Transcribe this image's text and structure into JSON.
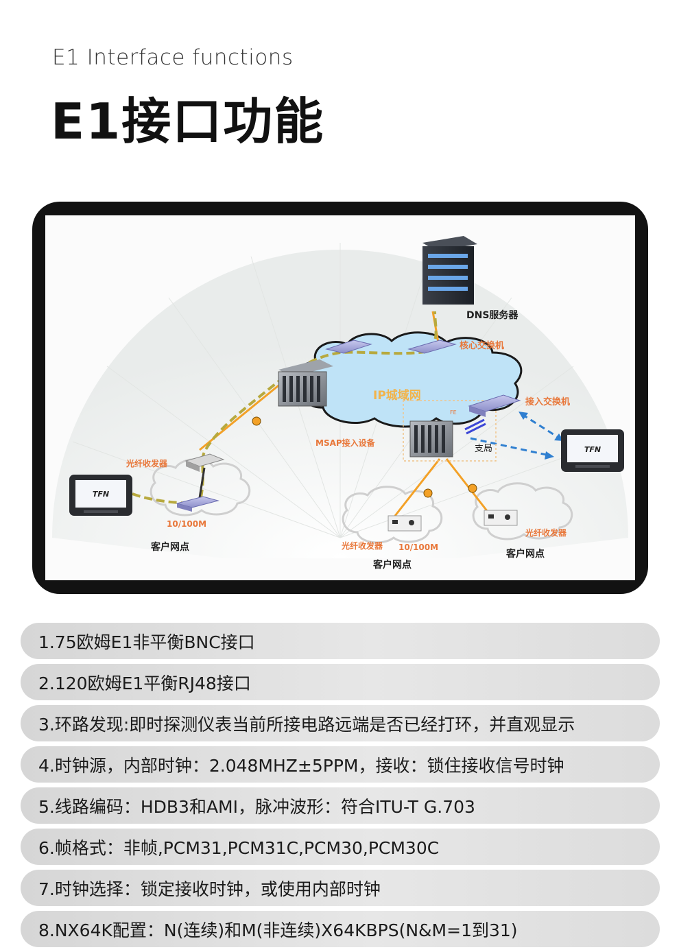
{
  "header": {
    "subtitle": "E1 Interface functions",
    "title": "E1接口功能"
  },
  "diagram": {
    "labels": {
      "dns_server": "DNS服务器",
      "core_switch": "核心交换机",
      "ip_network": "IP城域网",
      "access_switch": "接入交换机",
      "fe": "FE",
      "msap": "MSAP接入设备",
      "branch": "支局",
      "fiber_left": "光纤收发器",
      "speed_left": "10/100M",
      "customer_left": "客户网点",
      "fiber_mid": "光纤收发器",
      "speed_mid": "10/100M",
      "customer_mid": "客户网点",
      "fiber_right": "光纤收发器",
      "customer_right": "客户网点",
      "tester_brand": "TFN"
    }
  },
  "features": [
    "1.75欧姆E1非平衡BNC接口",
    "2.120欧姆E1平衡RJ48接口",
    "3.环路发现:即时探测仪表当前所接电路远端是否已经打环，并直观显示",
    "4.时钟源，内部时钟：2.048MHZ±5PPM，接收：锁住接收信号时钟",
    "5.线路编码：HDB3和AMI，脉冲波形：符合ITU-T G.703",
    "6.帧格式：非帧,PCM31,PCM31C,PCM30,PCM30C",
    "7.时钟选择：锁定接收时钟，或使用内部时钟",
    "8.NX64K配置：N(连续)和M(非连续)X64KBPS(N&M=1到31)"
  ],
  "colors": {
    "cloud_blue": "#bfe3f7",
    "link_orange": "#f3a127",
    "path_olive": "#b7a93e",
    "label_orange": "#e8773a",
    "dashed_blue": "#2f7fd0"
  }
}
